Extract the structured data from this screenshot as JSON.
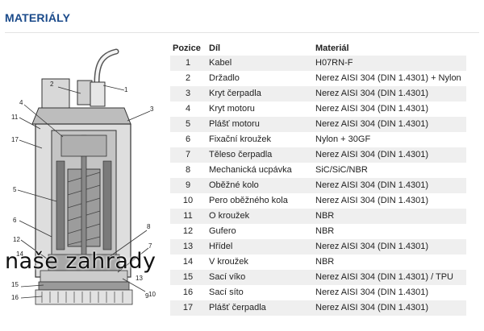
{
  "heading": "MATERIÁLY",
  "watermark": "naše zahrady",
  "table": {
    "headers": {
      "position": "Pozice",
      "part": "Díl",
      "material": "Materiál"
    },
    "rows": [
      {
        "pos": "1",
        "part": "Kabel",
        "material": "H07RN-F"
      },
      {
        "pos": "2",
        "part": "Držadlo",
        "material": "Nerez AISI 304 (DIN 1.4301) + Nylon"
      },
      {
        "pos": "3",
        "part": "Kryt čerpadla",
        "material": "Nerez AISI 304 (DIN 1.4301)"
      },
      {
        "pos": "4",
        "part": "Kryt motoru",
        "material": "Nerez AISI 304 (DIN 1.4301)"
      },
      {
        "pos": "5",
        "part": "Plášť motoru",
        "material": "Nerez AISI 304 (DIN 1.4301)"
      },
      {
        "pos": "6",
        "part": "Fixační kroužek",
        "material": "Nylon + 30GF"
      },
      {
        "pos": "7",
        "part": "Těleso čerpadla",
        "material": "Nerez AISI 304 (DIN 1.4301)"
      },
      {
        "pos": "8",
        "part": "Mechanická ucpávka",
        "material": "SiC/SiC/NBR"
      },
      {
        "pos": "9",
        "part": "Oběžné kolo",
        "material": "Nerez AISI 304 (DIN 1.4301)"
      },
      {
        "pos": "10",
        "part": "Pero oběžného kola",
        "material": "Nerez AISI 304 (DIN 1.4301)"
      },
      {
        "pos": "11",
        "part": "O kroužek",
        "material": "NBR"
      },
      {
        "pos": "12",
        "part": "Gufero",
        "material": "NBR"
      },
      {
        "pos": "13",
        "part": "Hřídel",
        "material": "Nerez AISI 304 (DIN 1.4301)"
      },
      {
        "pos": "14",
        "part": "V kroužek",
        "material": "NBR"
      },
      {
        "pos": "15",
        "part": "Sací víko",
        "material": "Nerez AISI 304 (DIN 1.4301) / TPU"
      },
      {
        "pos": "16",
        "part": "Sací síto",
        "material": "Nerez AISI 304 (DIN 1.4301)"
      },
      {
        "pos": "17",
        "part": "Plášť čerpadla",
        "material": "Nerez AISI 304 (DIN 1.4301)"
      }
    ]
  },
  "diagram": {
    "callouts": [
      "1",
      "2",
      "3",
      "4",
      "5",
      "6",
      "7",
      "8",
      "9",
      "10",
      "11",
      "12",
      "13",
      "14",
      "15",
      "16",
      "17"
    ]
  }
}
